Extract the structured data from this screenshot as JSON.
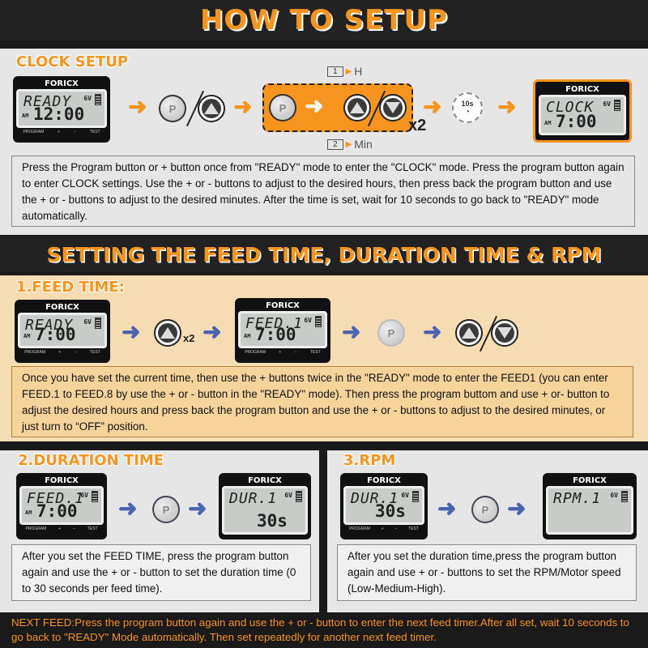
{
  "title": "HOW TO SETUP",
  "brand": "FORICX",
  "lcd_footer": {
    "program": "PROGRAM",
    "plus": "+",
    "minus": "−",
    "test": "TEST"
  },
  "clock": {
    "heading": "CLOCK SETUP",
    "display1": {
      "line1": "READY",
      "line2": "12:00",
      "am": "AM",
      "volt": "6V"
    },
    "display2": {
      "line1": "CLOCK",
      "line2": "7:00",
      "am": "AM",
      "volt": "6V"
    },
    "step1": "1",
    "step1_label": "H",
    "step2": "2",
    "step2_label": "Min",
    "multiplier": "x2",
    "wait": "10s",
    "text": "Press the Program button or + button once from \"READY\" mode to enter the \"CLOCK\" mode. Press the program button again to enter CLOCK settings. Use the + or - buttons to adjust to the desired hours, then press back the program button and use the + or - buttons to adjust to the desired minutes. After the time is set, wait for 10 seconds to go back to \"READY\" mode automatically."
  },
  "feed_section": {
    "heading": "SETTING THE FEED TIME, DURATION TIME & RPM"
  },
  "feed_time": {
    "heading": "1.FEED TIME:",
    "display1": {
      "line1": "READY",
      "line2": "7:00",
      "am": "AM",
      "volt": "6V"
    },
    "display2": {
      "line1": "FEED.1",
      "line2": "7:00",
      "am": "AM",
      "volt": "6V"
    },
    "multiplier": "x2",
    "text": "Once you have set the current time, then use the + buttons twice in the \"READY\" mode to enter the FEED1 (you can enter FEED.1 to FEED.8 by use the + or - button in the \"READY\" mode). Then press the program buttom and use + or- button to adjust the desired hours and press back the program button and use the + or - buttons to adjust to the desired minutes, or just turn to “OFF” position."
  },
  "duration": {
    "heading": "2.DURATION TIME",
    "display1": {
      "line1": "FEED.1",
      "line2": "7:00",
      "am": "AM",
      "volt": "6V"
    },
    "display2": {
      "line1": "DUR.1",
      "line2": "30s",
      "volt": "6V"
    },
    "text": "After you set the FEED TIME, press the program button again and use the + or - button to set the duration time (0 to 30 seconds per feed time)."
  },
  "rpm": {
    "heading": "3.RPM",
    "display1": {
      "line1": "DUR.1",
      "line2": "30s",
      "volt": "6V"
    },
    "display2": {
      "line1": "RPM.1",
      "line2": "",
      "volt": "6V"
    },
    "text": "After you set the duration time,press the program button again and use + or - buttons to set the RPM/Motor speed (Low-Medium-High)."
  },
  "next_feed": "NEXT FEED:Press the program button again and use the + or - button to enter the next feed timer.After all set, wait 10 seconds to go back to \"READY\" Mode automatically. Then set repeatedly for another next feed timer.",
  "button_p": "P",
  "colors": {
    "orange": "#f7941d",
    "dark": "#1a1a1a",
    "panel_gray": "#e6e6e6",
    "panel_beige": "#f6dcb2",
    "arrow_blue": "#4a64b0"
  }
}
